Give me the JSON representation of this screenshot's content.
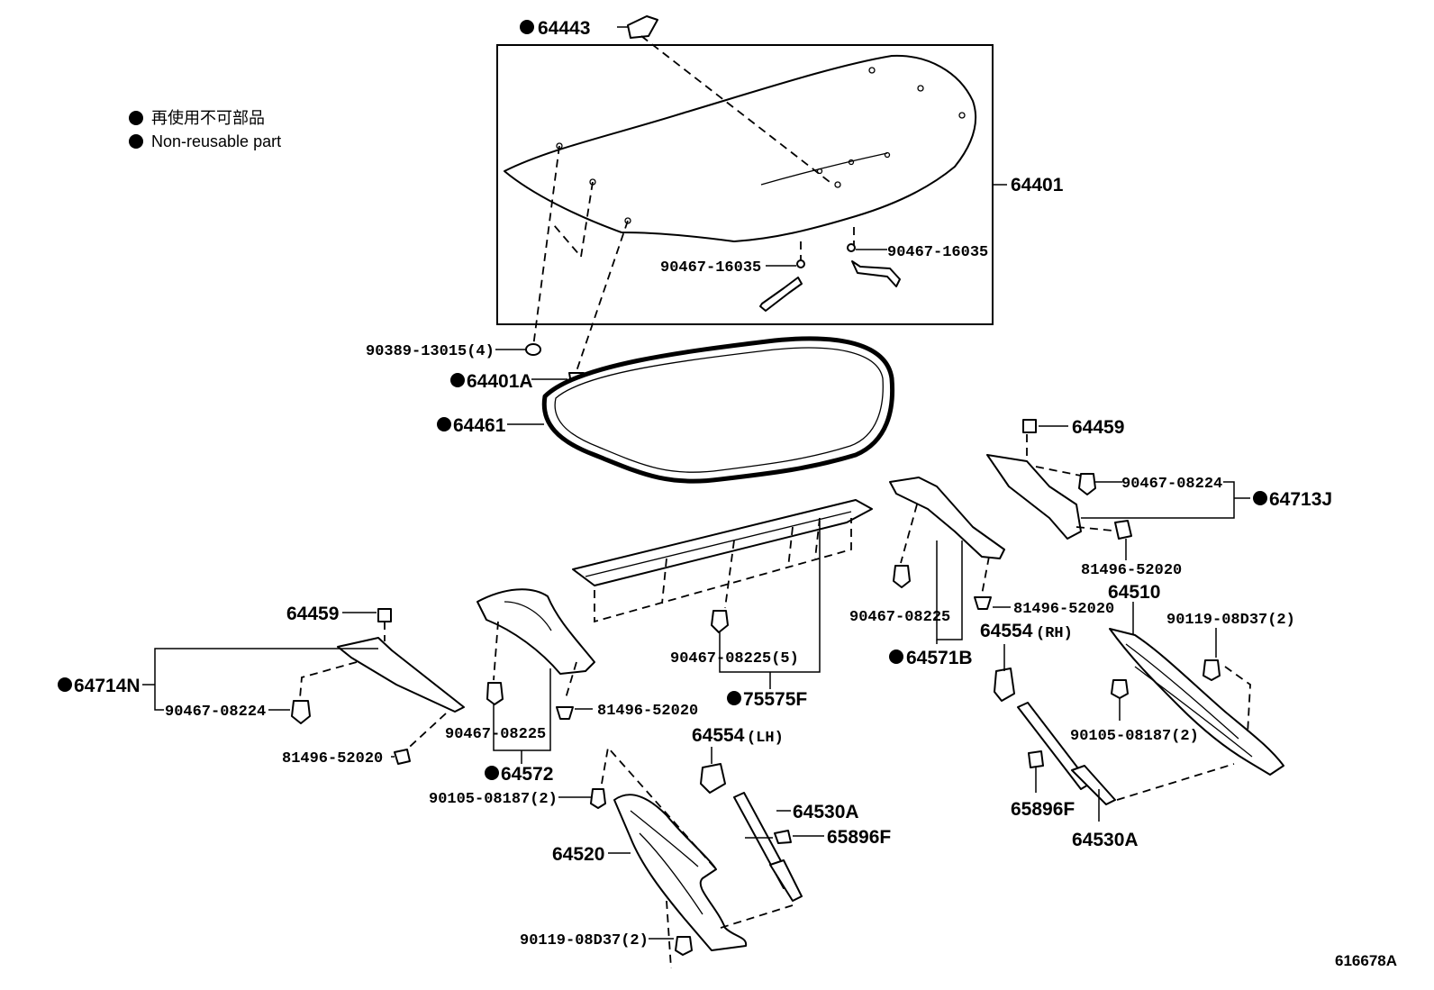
{
  "legend": {
    "line1": "再使用不可部品",
    "line2": "Non-reusable part"
  },
  "labels": {
    "p64443": "64443",
    "p64401": "64401",
    "p90467_16035_a": "90467-16035",
    "p90467_16035_b": "90467-16035",
    "p90389": "90389-13015(4)",
    "p64401A": "64401A",
    "p64461": "64461",
    "p64459_r": "64459",
    "p90467_08224_r": "90467-08224",
    "p64713J": "64713J",
    "p81496_r": "81496-52020",
    "p64510": "64510",
    "p81496_m": "81496-52020",
    "p90119_r": "90119-08D37(2)",
    "p90467_08225_m": "90467-08225",
    "p64554_rh": "64554",
    "p64554_rh_suffix": "(RH)",
    "p64571B": "64571B",
    "p64459_l": "64459",
    "p64714N": "64714N",
    "p90467_08224_l": "90467-08224",
    "p81496_l": "81496-52020",
    "p90467_08225_l": "90467-08225",
    "p81496_c": "81496-52020",
    "p90467_08225_5": "90467-08225(5)",
    "p75575F": "75575F",
    "p90105_r": "90105-08187(2)",
    "p64572": "64572",
    "p64554_lh": "64554",
    "p64554_lh_suffix": "(LH)",
    "p90105_l": "90105-08187(2)",
    "p64530A_l": "64530A",
    "p65896F_l": "65896F",
    "p65896F_r": "65896F",
    "p64530A_r": "64530A",
    "p64520": "64520",
    "p90119_l": "90119-08D37(2)",
    "ref": "616678A"
  }
}
